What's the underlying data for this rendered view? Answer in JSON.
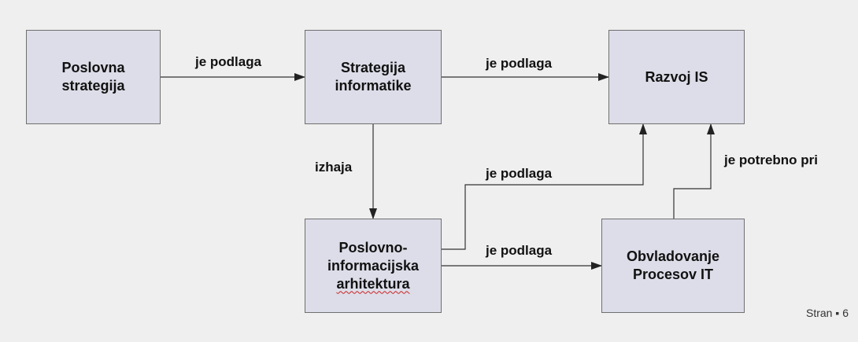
{
  "boxes": {
    "business_strategy": "Poslovna\nstrategija",
    "it_strategy": "Strategija\ninformatike",
    "is_development": "Razvoj IS",
    "architecture_line1": "Poslovno-",
    "architecture_line2": "informacijska",
    "architecture_line3": "arhitektura",
    "it_governance": "Obvladovanje\nProcesov IT"
  },
  "edges": {
    "business_to_it_strategy": "je podlaga",
    "it_strategy_to_is": "je podlaga",
    "it_strategy_to_architecture": "izhaja",
    "architecture_to_is": "je podlaga",
    "architecture_to_governance": "je podlaga",
    "governance_to_is": "je potrebno pri"
  },
  "footer": {
    "page_label": "Stran",
    "separator": "▪",
    "page_number": "6"
  },
  "colors": {
    "background": "#efefef",
    "box_fill": "#dcdde8",
    "box_border": "#6f6f6f",
    "connector": "#333333"
  }
}
